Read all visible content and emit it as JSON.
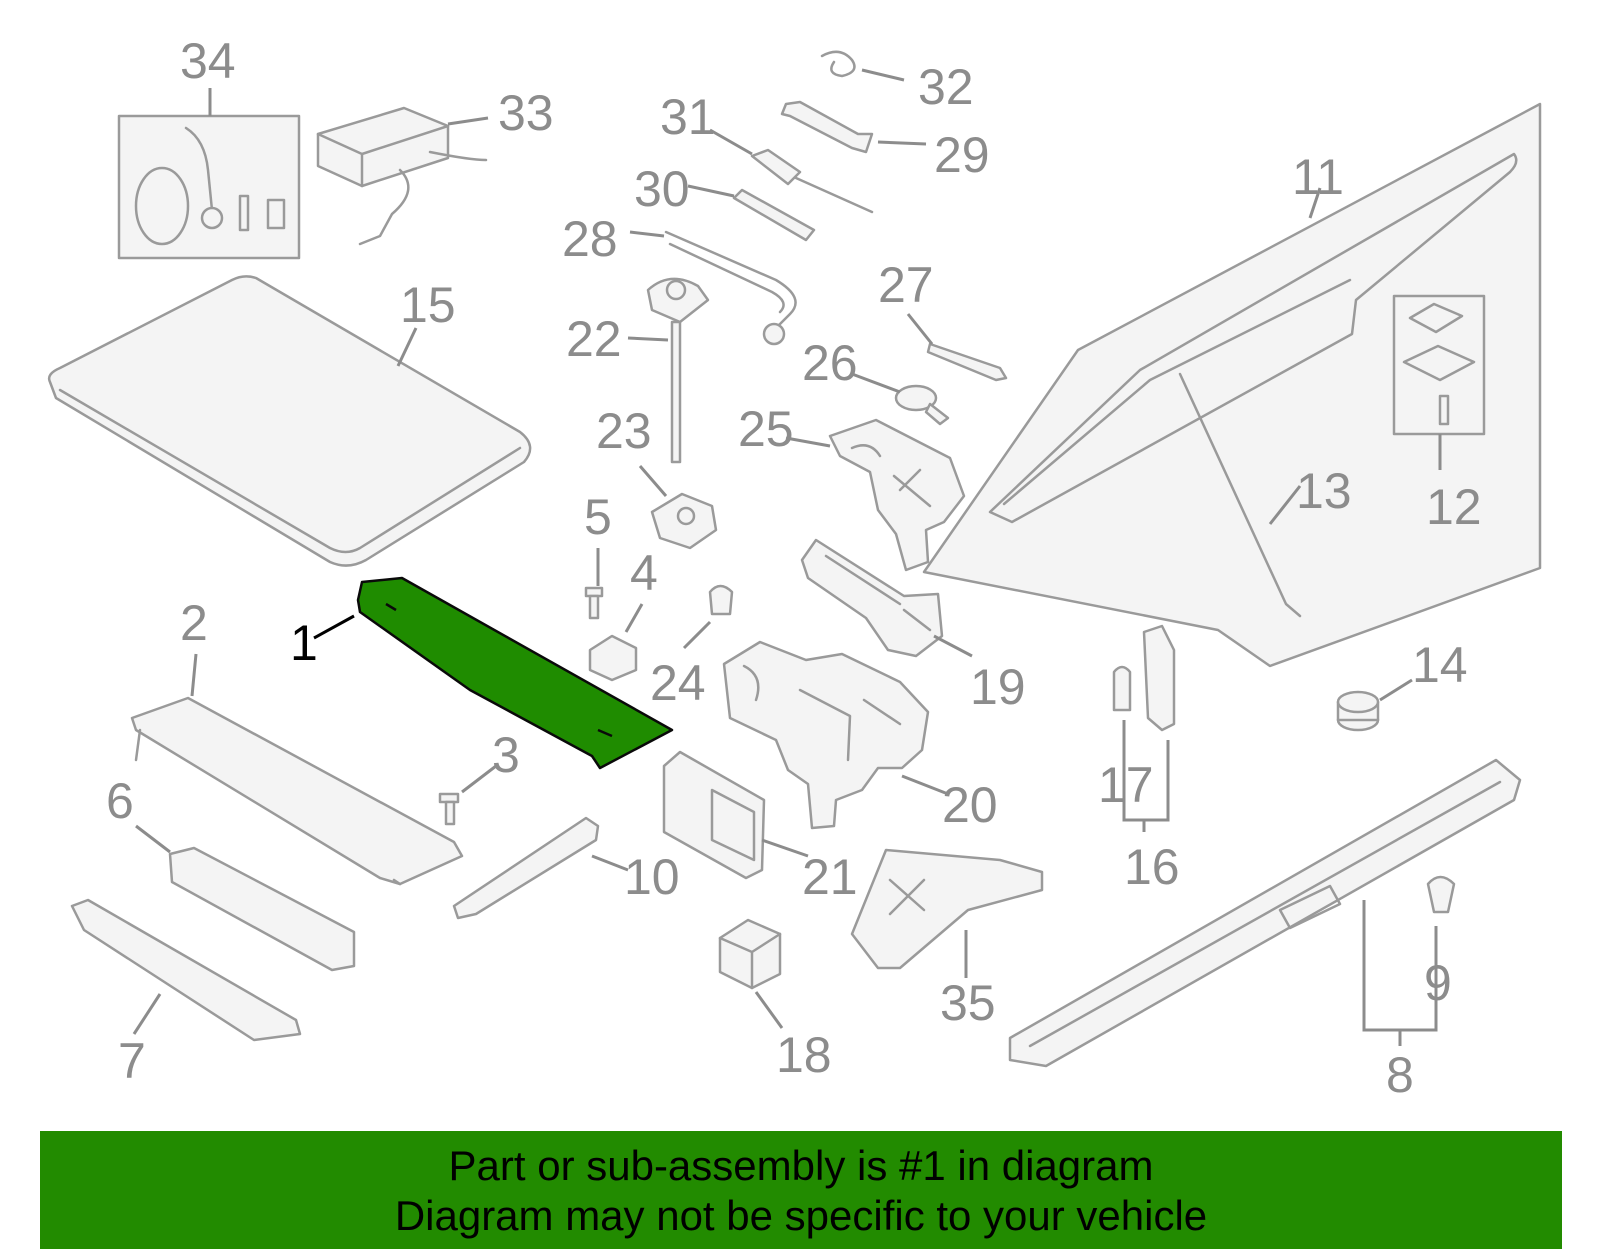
{
  "colors": {
    "highlight": "#1f8c00",
    "banner": "#228b00",
    "line_art": "#9a9a9a",
    "callout_text": "#8c8c8c",
    "active_callout": "#000000"
  },
  "highlighted_part": "1",
  "callouts": {
    "c1": "1",
    "c2": "2",
    "c3": "3",
    "c4": "4",
    "c5": "5",
    "c6": "6",
    "c7": "7",
    "c8": "8",
    "c9": "9",
    "c10": "10",
    "c11": "11",
    "c12": "12",
    "c13": "13",
    "c14": "14",
    "c15": "15",
    "c16": "16",
    "c17": "17",
    "c18": "18",
    "c19": "19",
    "c20": "20",
    "c21": "21",
    "c22": "22",
    "c23": "23",
    "c24": "24",
    "c25": "25",
    "c26": "26",
    "c27": "27",
    "c28": "28",
    "c29": "29",
    "c30": "30",
    "c31": "31",
    "c32": "32",
    "c33": "33",
    "c34": "34",
    "c35": "35"
  },
  "banner": {
    "line1": "Part or sub-assembly is #1 in diagram",
    "line2": "Diagram may not be specific to your vehicle"
  }
}
